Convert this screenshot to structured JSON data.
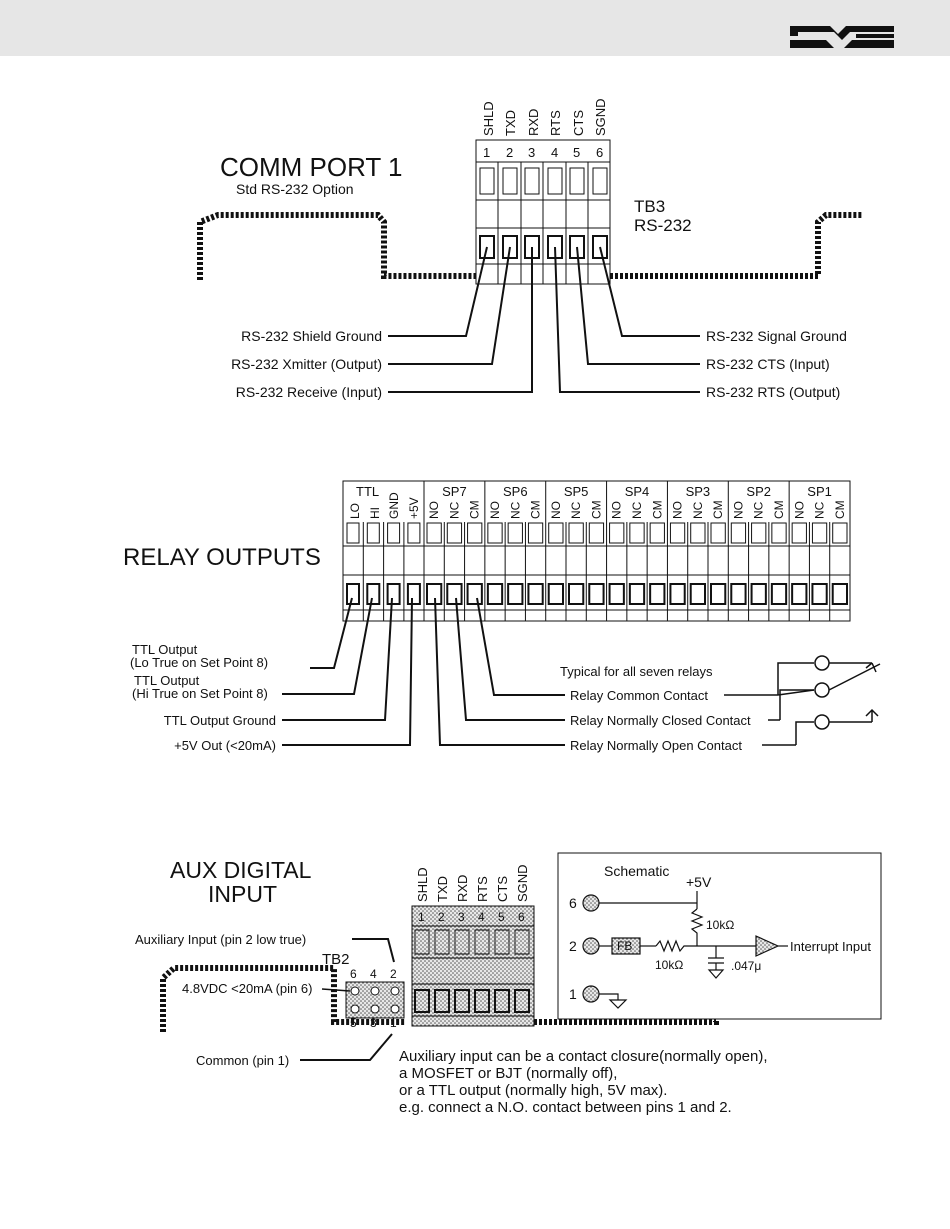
{
  "header": {
    "logo_alt": "MSI"
  },
  "comm_port": {
    "title": "COMM PORT 1",
    "subtitle": "Std RS-232 Option",
    "tb_label": "TB3",
    "tb_sub": "RS-232",
    "pin_names": [
      "SHLD",
      "TXD",
      "RXD",
      "RTS",
      "CTS",
      "SGND"
    ],
    "pin_numbers": [
      "1",
      "2",
      "3",
      "4",
      "5",
      "6"
    ],
    "left_labels": [
      "RS-232 Shield Ground",
      "RS-232 Xmitter  (Output)",
      "RS-232 Receive (Input)"
    ],
    "right_labels": [
      "RS-232 Signal Ground",
      "RS-232 CTS (Input)",
      "RS-232 RTS (Output)"
    ]
  },
  "relay": {
    "title": "RELAY OUTPUTS",
    "ttl_group": "TTL",
    "ttl_pins": [
      "LO",
      "HI",
      "GND",
      "+5V"
    ],
    "sp_groups": [
      "SP7",
      "SP6",
      "SP5",
      "SP4",
      "SP3",
      "SP2",
      "SP1"
    ],
    "relay_pins": [
      "NO",
      "NC",
      "CM"
    ],
    "left_labels": [
      "TTL Output",
      "(Lo True on Set Point 8)",
      "TTL Output",
      "(Hi True on Set Point 8)",
      "TTL Output Ground",
      "+5V Out (<20mA)"
    ],
    "typical_note": "Typical for all seven relays",
    "right_labels": [
      "Relay Common Contact",
      "Relay Normally Closed Contact",
      "Relay Normally Open Contact"
    ]
  },
  "aux": {
    "title_line1": "AUX DIGITAL",
    "title_line2": "INPUT",
    "aux_label": "Auxiliary Input  (pin 2 low true)",
    "tb_label": "TB2",
    "tb_top_pins": [
      "6",
      "4",
      "2"
    ],
    "tb_bottom_pins": [
      "5",
      "3",
      "1"
    ],
    "vdc_label": "4.8VDC <20mA (pin 6)",
    "common_label": "Common (pin 1)",
    "pin_names": [
      "SHLD",
      "TXD",
      "RXD",
      "RTS",
      "CTS",
      "SGND"
    ],
    "pin_numbers": [
      "1",
      "2",
      "3",
      "4",
      "5",
      "6"
    ],
    "schematic": {
      "title": "Schematic",
      "supply": "+5V",
      "r1": "10kΩ",
      "r2": "10kΩ",
      "cap": ".047μ",
      "fb": "FB",
      "output": "Interrupt Input",
      "nodes": [
        "6",
        "2",
        "1"
      ]
    },
    "description": [
      "Auxiliary input can be a contact closure(normally open),",
      "a MOSFET or BJT (normally off),",
      "or a TTL output (normally high, 5V max).",
      "e.g. connect a N.O. contact between pins 1 and 2."
    ]
  }
}
